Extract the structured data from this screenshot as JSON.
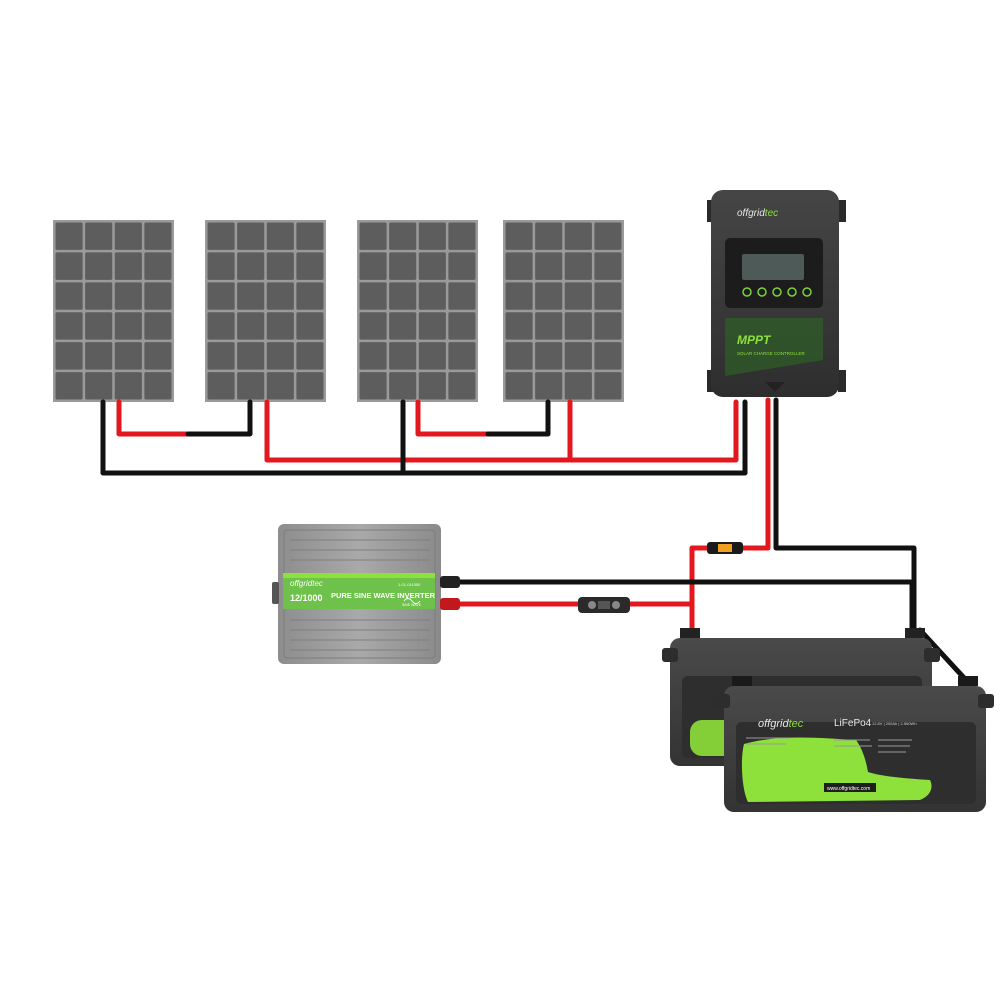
{
  "controller": {
    "brand_off": "offgrid",
    "brand_tec": "tec",
    "model": "MPPT",
    "subtitle": "SOLAR CHARGE CONTROLLER"
  },
  "inverter": {
    "brand_off": "offgrid",
    "brand_tec": "tec",
    "rating": "12/1000",
    "title": "PURE SINE WAVE INVERTER",
    "code": "1-01-011050",
    "tag": "SINE WAVE"
  },
  "battery": {
    "brand_off": "offgrid",
    "brand_tec": "tec",
    "chemistry": "LiFePo4",
    "spec": "12.8V | 200Ah | 2.560Wh",
    "website": "www.offgridtec.com"
  },
  "colors": {
    "positive": "#e3181e",
    "negative": "#111111",
    "panel_cell": "#5d5d5d",
    "panel_frame": "#9a9a9a",
    "accent_green": "#8ee03a",
    "inverter_body": "#9c9c9c",
    "controller_body": "#3c3c3c"
  }
}
